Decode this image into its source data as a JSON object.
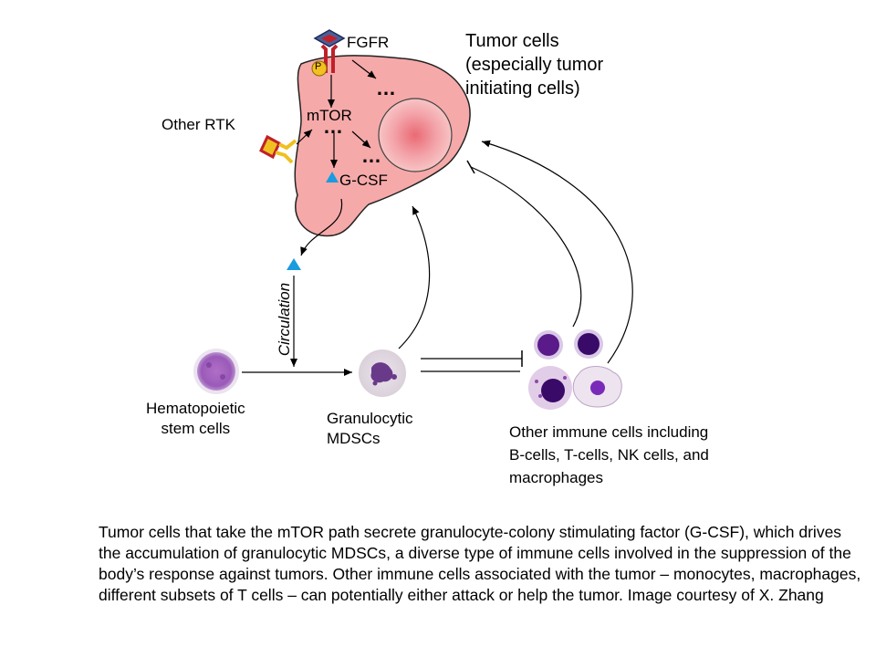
{
  "labels": {
    "fgfr": "FGFR",
    "phospho": "P",
    "tumor_cells": [
      "Tumor cells",
      "(especially tumor",
      "initiating cells)"
    ],
    "other_rtk": "Other RTK",
    "mtor": "mTOR",
    "gcsf": "G-CSF",
    "circulation": "Circulation",
    "hsc": [
      "Hematopoietic",
      "stem cells"
    ],
    "mdsc": [
      "Granulocytic",
      "MDSCs"
    ],
    "immune": [
      "Other immune  cells including",
      "B-cells, T-cells, NK cells, and",
      "macrophages"
    ],
    "ellipsis": "…"
  },
  "caption": "Tumor cells that take the mTOR path secrete granulocyte-colony stimulating factor (G-CSF), which drives the accumulation of granulocytic MDSCs, a diverse type of immune cells involved in the suppression of the body’s response against tumors. Other immune cells associated with the tumor – monocytes, macrophages, different subsets of T cells – can potentially either attack or help the tumor. Image courtesy of X. Zhang",
  "colors": {
    "tumor_fill": "#f6a9a9",
    "nucleus": "#e8707a",
    "fgfr_receptor": "#c0202a",
    "ligand_blue": "#4a5f98",
    "rtk_yellow": "#f0c020",
    "gcsf_triangle": "#1a9be0",
    "phospho_yellow": "#f4c020",
    "lymphocyte_purple": "#5a1a8a"
  }
}
